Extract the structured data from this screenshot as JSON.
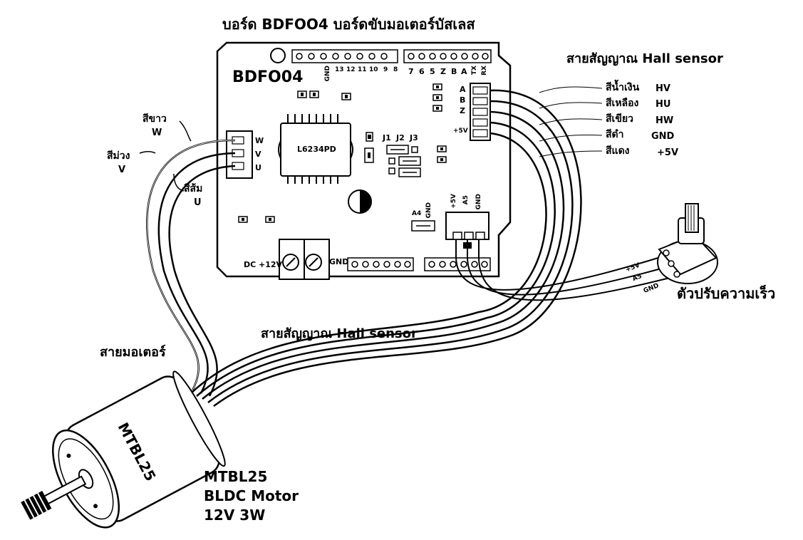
{
  "title": "บอร์ด BDFOO4 บอร์ดขับมอเตอร์บัสเลส",
  "board": {
    "name": "BDFO04",
    "chip": "L6234PD",
    "header_top_left_pins": [
      "GND",
      "13",
      "12",
      "11",
      "10",
      "9",
      "8"
    ],
    "header_top_right_pins": [
      "7",
      "6",
      "5",
      "Z",
      "B",
      "A",
      "TX",
      "RX"
    ],
    "hall_connector_pins": [
      "A",
      "B",
      "Z",
      "+5V"
    ],
    "motor_connector_pins": [
      "W",
      "V",
      "U"
    ],
    "jumpers": [
      "J1",
      "J2",
      "J3"
    ],
    "analog_pins": [
      "A4",
      "GND"
    ],
    "pot_header_pins": [
      "+5V",
      "A5",
      "GND"
    ],
    "power_in_label": "DC +12V",
    "power_gnd_label": "GND"
  },
  "hall_wires": {
    "title": "สายสัญญาณ Hall sensor",
    "items": [
      {
        "color_name": "สีน้ำเงิน",
        "code": "HV"
      },
      {
        "color_name": "สีเหลือง",
        "code": "HU"
      },
      {
        "color_name": "สีเขียว",
        "code": "HW"
      },
      {
        "color_name": "สีดำ",
        "code": "GND"
      },
      {
        "color_name": "สีแดง",
        "code": "+5V"
      }
    ]
  },
  "motor_wires": {
    "white": {
      "color_name": "สีขาว",
      "code": "W"
    },
    "purple": {
      "color_name": "สีม่วง",
      "code": "V"
    },
    "orange": {
      "color_name": "สีส้ม",
      "code": "U"
    }
  },
  "motor_cable_label": "สายมอเตอร์",
  "hall_cable_label": "สายสัญญาณ Hall sensor",
  "potentiometer": {
    "label": "ตัวปรับความเร็ว",
    "pins": [
      "+5V",
      "A5",
      "GND"
    ]
  },
  "motor": {
    "body_text": "MTBL25",
    "spec_lines": [
      "MTBL25",
      "BLDC Motor",
      "12V 3W"
    ]
  }
}
